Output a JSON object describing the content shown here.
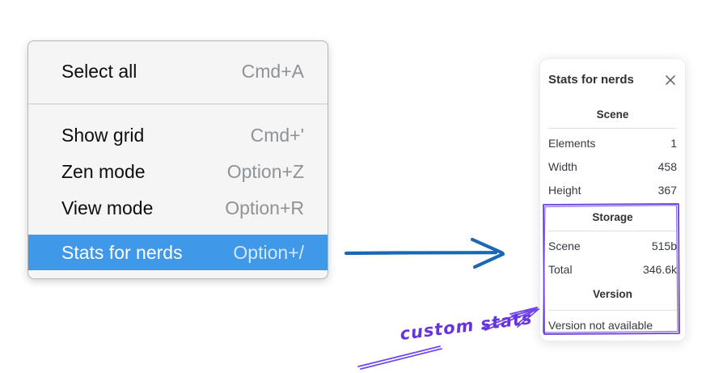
{
  "context_menu": {
    "items": [
      {
        "label": "Select all",
        "shortcut": "Cmd+A",
        "selected": false
      },
      {
        "label": "Show grid",
        "shortcut": "Cmd+'",
        "selected": false
      },
      {
        "label": "Zen mode",
        "shortcut": "Option+Z",
        "selected": false
      },
      {
        "label": "View mode",
        "shortcut": "Option+R",
        "selected": false
      },
      {
        "label": "Stats for nerds",
        "shortcut": "Option+/",
        "selected": true
      }
    ]
  },
  "stats_panel": {
    "title": "Stats for nerds",
    "sections": [
      {
        "heading": "Scene",
        "rows": [
          {
            "label": "Elements",
            "value": "1"
          },
          {
            "label": "Width",
            "value": "458"
          },
          {
            "label": "Height",
            "value": "367"
          }
        ]
      },
      {
        "heading": "Storage",
        "rows": [
          {
            "label": "Scene",
            "value": "515b"
          },
          {
            "label": "Total",
            "value": "346.6k"
          }
        ]
      },
      {
        "heading": "Version",
        "note": "Version not available"
      }
    ]
  },
  "annotation": {
    "label": "custom stats"
  },
  "icons": {
    "close": "x-icon"
  },
  "colors": {
    "menu_background": "#f5f5f6",
    "menu_highlight": "#3f99e8",
    "menu_shortcut_gray": "#8f9397",
    "panel_text": "#343a40",
    "flow_arrow_blue": "#1b67b4",
    "annotation_purple": "#6741d9",
    "annotation_text_purple": "#6535d9"
  }
}
